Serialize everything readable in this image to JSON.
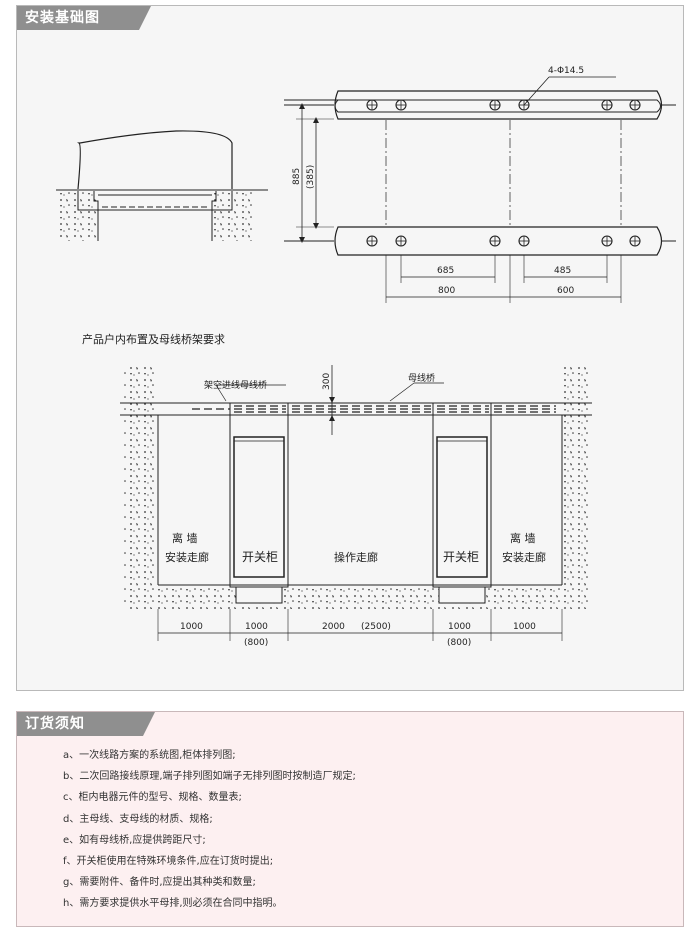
{
  "install": {
    "title": "安装基础图",
    "hole_label": "4-Φ14.5",
    "dim_885": "885",
    "dim_385": "(385)",
    "dim_685": "685",
    "dim_485": "485",
    "dim_800": "800",
    "dim_600": "600"
  },
  "layout": {
    "title": "产品户内布置及母线桥架要求",
    "bridge_in_label": "架空进线母线桥",
    "bridge_label": "母线桥",
    "dim_300": "300",
    "left_wall": "离  墙",
    "left_corridor": "安装走廊",
    "switch_left": "开关柜",
    "operation": "操作走廊",
    "switch_right": "开关柜",
    "right_wall": "离  墙",
    "right_corridor": "安装走廊",
    "dims": [
      "1000",
      "1000",
      "2000",
      "(2500)",
      "1000",
      "1000"
    ],
    "sub_left": "(800)",
    "sub_right": "(800)"
  },
  "order": {
    "title": "订货须知",
    "items": [
      "a、一次线路方案的系统图,柜体排列图;",
      "b、二次回路接线原理,端子排列图如端子无排列图时按制造厂规定;",
      "c、柜内电器元件的型号、规格、数量表;",
      "d、主母线、支母线的材质、规格;",
      "e、如有母线桥,应提供跨距尺寸;",
      "f、开关柜使用在特殊环境条件,应在订货时提出;",
      "g、需要附件、备件时,应提出其种类和数量;",
      "h、需方要求提供水平母排,则必须在合同中指明。"
    ]
  }
}
